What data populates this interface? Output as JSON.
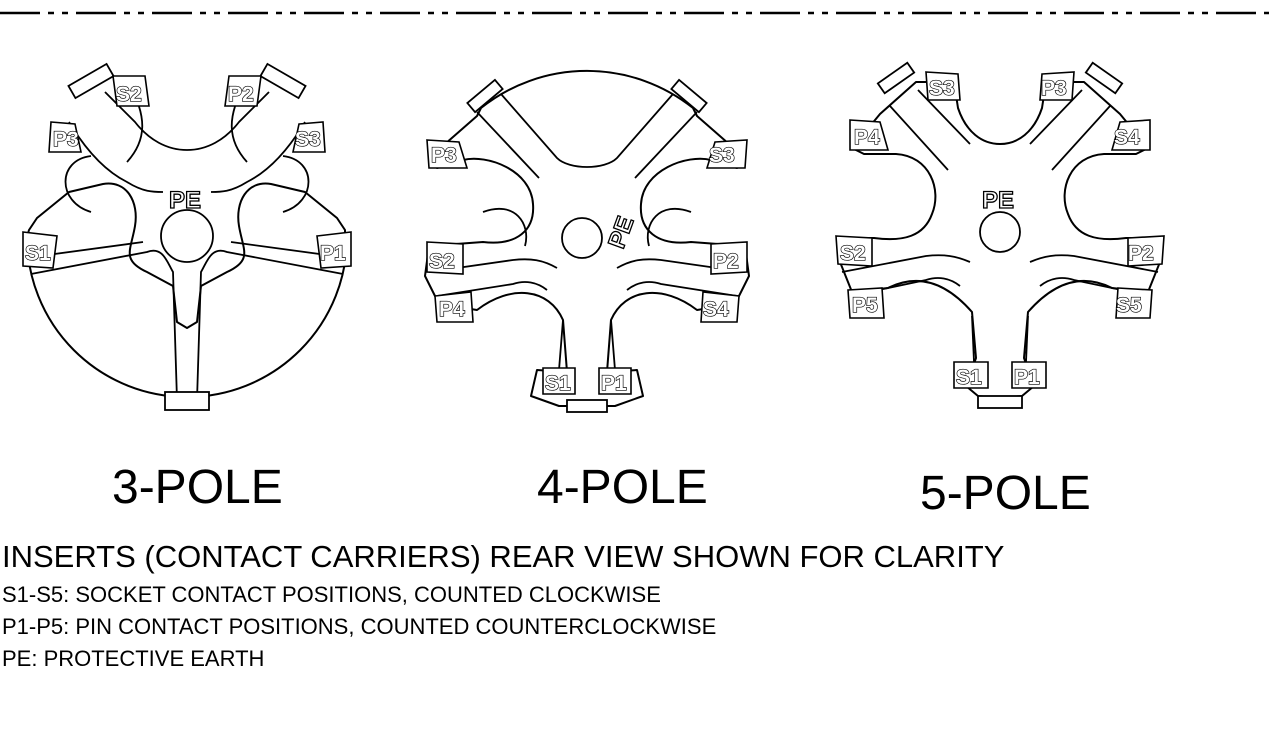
{
  "inserts": [
    {
      "pole_label": "3-POLE",
      "pe_label": "PE",
      "contacts": [
        "S2",
        "P2",
        "P3",
        "S3",
        "S1",
        "P1"
      ]
    },
    {
      "pole_label": "4-POLE",
      "pe_label": "PE",
      "contacts": [
        "P3",
        "S3",
        "S2",
        "P2",
        "P4",
        "S4",
        "S1",
        "P1"
      ]
    },
    {
      "pole_label": "5-POLE",
      "pe_label": "PE",
      "contacts": [
        "S3",
        "P3",
        "P4",
        "S4",
        "S2",
        "P2",
        "P5",
        "S5",
        "S1",
        "P1"
      ]
    }
  ],
  "notes": {
    "heading": "INSERTS (CONTACT CARRIERS) REAR VIEW SHOWN FOR CLARITY",
    "lines": [
      "S1-S5: SOCKET CONTACT POSITIONS, COUNTED CLOCKWISE",
      "P1-P5: PIN CONTACT POSITIONS,  COUNTED COUNTERCLOCKWISE",
      "PE: PROTECTIVE EARTH"
    ]
  }
}
